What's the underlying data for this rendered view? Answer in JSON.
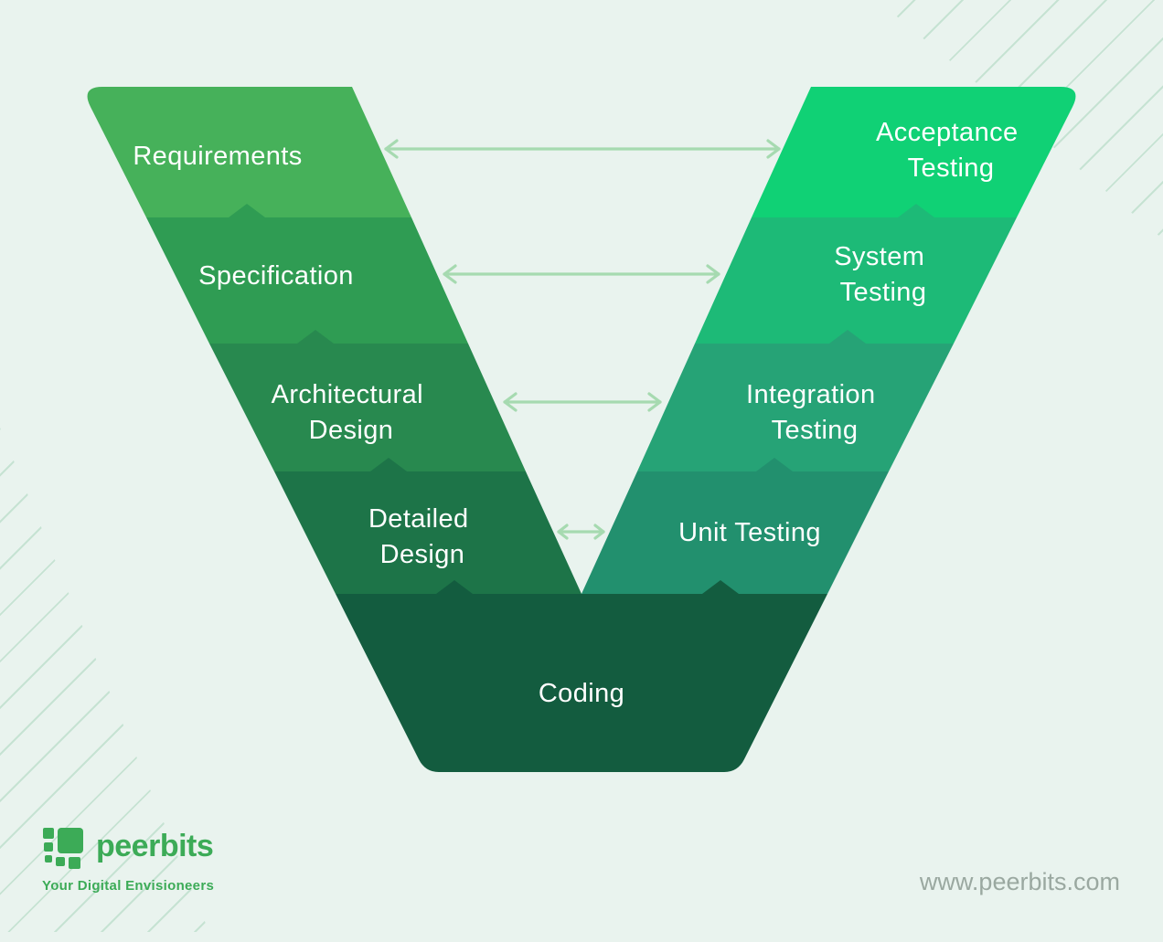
{
  "diagram": {
    "stages": {
      "left": [
        {
          "id": "requirements",
          "lines": [
            "Requirements"
          ],
          "color": "#46b15a"
        },
        {
          "id": "specification",
          "lines": [
            "Specification"
          ],
          "color": "#2f9c53"
        },
        {
          "id": "architectural-design",
          "lines": [
            "Architectural",
            "Design"
          ],
          "color": "#28894f"
        },
        {
          "id": "detailed-design",
          "lines": [
            "Detailed",
            "Design"
          ],
          "color": "#1d7448"
        }
      ],
      "right": [
        {
          "id": "acceptance-testing",
          "lines": [
            "Acceptance",
            "Testing"
          ],
          "color": "#10d175"
        },
        {
          "id": "system-testing",
          "lines": [
            "System",
            "Testing"
          ],
          "color": "#1dba77"
        },
        {
          "id": "integration-testing",
          "lines": [
            "Integration",
            "Testing"
          ],
          "color": "#26a376"
        },
        {
          "id": "unit-testing",
          "lines": [
            "Unit Testing"
          ],
          "color": "#22906e"
        }
      ],
      "bottom": {
        "id": "coding",
        "lines": [
          "Coding"
        ],
        "color": "#135c3f"
      }
    },
    "arrows": [
      {
        "left": "requirements",
        "right": "acceptance-testing"
      },
      {
        "left": "specification",
        "right": "system-testing"
      },
      {
        "left": "architectural-design",
        "right": "integration-testing"
      },
      {
        "left": "detailed-design",
        "right": "unit-testing"
      }
    ],
    "arrow_color": "#a6dab0",
    "label_color": "#ffffff",
    "background_color": "#e9f3ee"
  },
  "footer": {
    "logo_icon": "peerbits-pixel-mark",
    "brand": "peerbits",
    "tagline": "Your Digital Envisioneers",
    "website": "www.peerbits.com",
    "brand_color": "#3cab57",
    "website_color": "#9aa8a0"
  }
}
